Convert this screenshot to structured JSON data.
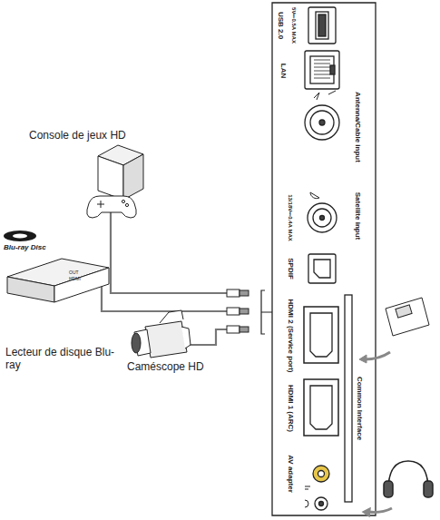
{
  "diagram": {
    "labels": [
      "Console de jeux HD",
      "Blu-ray Disc",
      "OUT",
      "HDMI",
      "Lecteur de disque Blu-ray",
      "Caméscope HD",
      "USB 2.0",
      "5V⎓0.5A MAX",
      "LAN",
      "Antenna/Cable input",
      "Satellite input",
      "13/18V⎓0.4A MAX",
      "SPDIF",
      "HDMI 2 (Service port)",
      "Common Interface",
      "HDMI 1 (ARC)",
      "AV adapter"
    ]
  }
}
